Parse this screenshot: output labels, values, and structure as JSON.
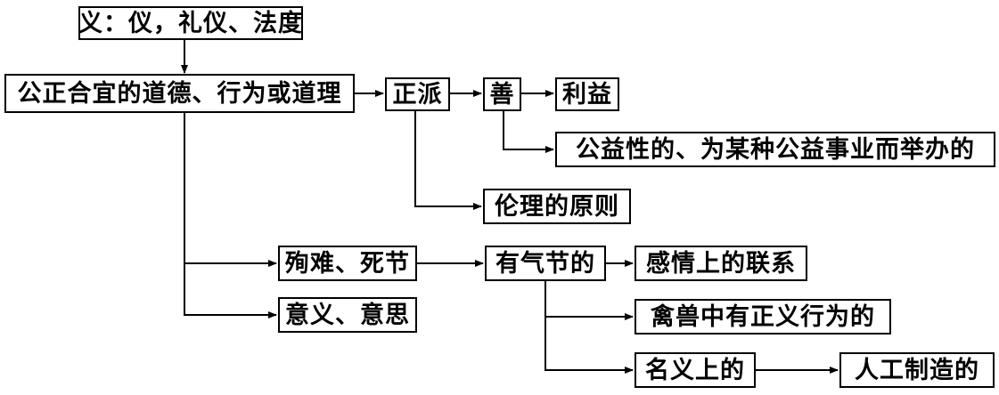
{
  "nodes": {
    "n0": "义：仪，礼仪、法度",
    "n1": "公正合宜的道德、行为或道理",
    "n2": "正派",
    "n3": "善",
    "n4": "利益",
    "n5": "公益性的、为某种公益事业而举办的",
    "n6": "伦理的原则",
    "n7": "殉难、死节",
    "n8": "有气节的",
    "n9": "感情上的联系",
    "n10": "意义、意思",
    "n11": "禽兽中有正义行为的",
    "n12": "名义上的",
    "n13": "人工制造的"
  }
}
